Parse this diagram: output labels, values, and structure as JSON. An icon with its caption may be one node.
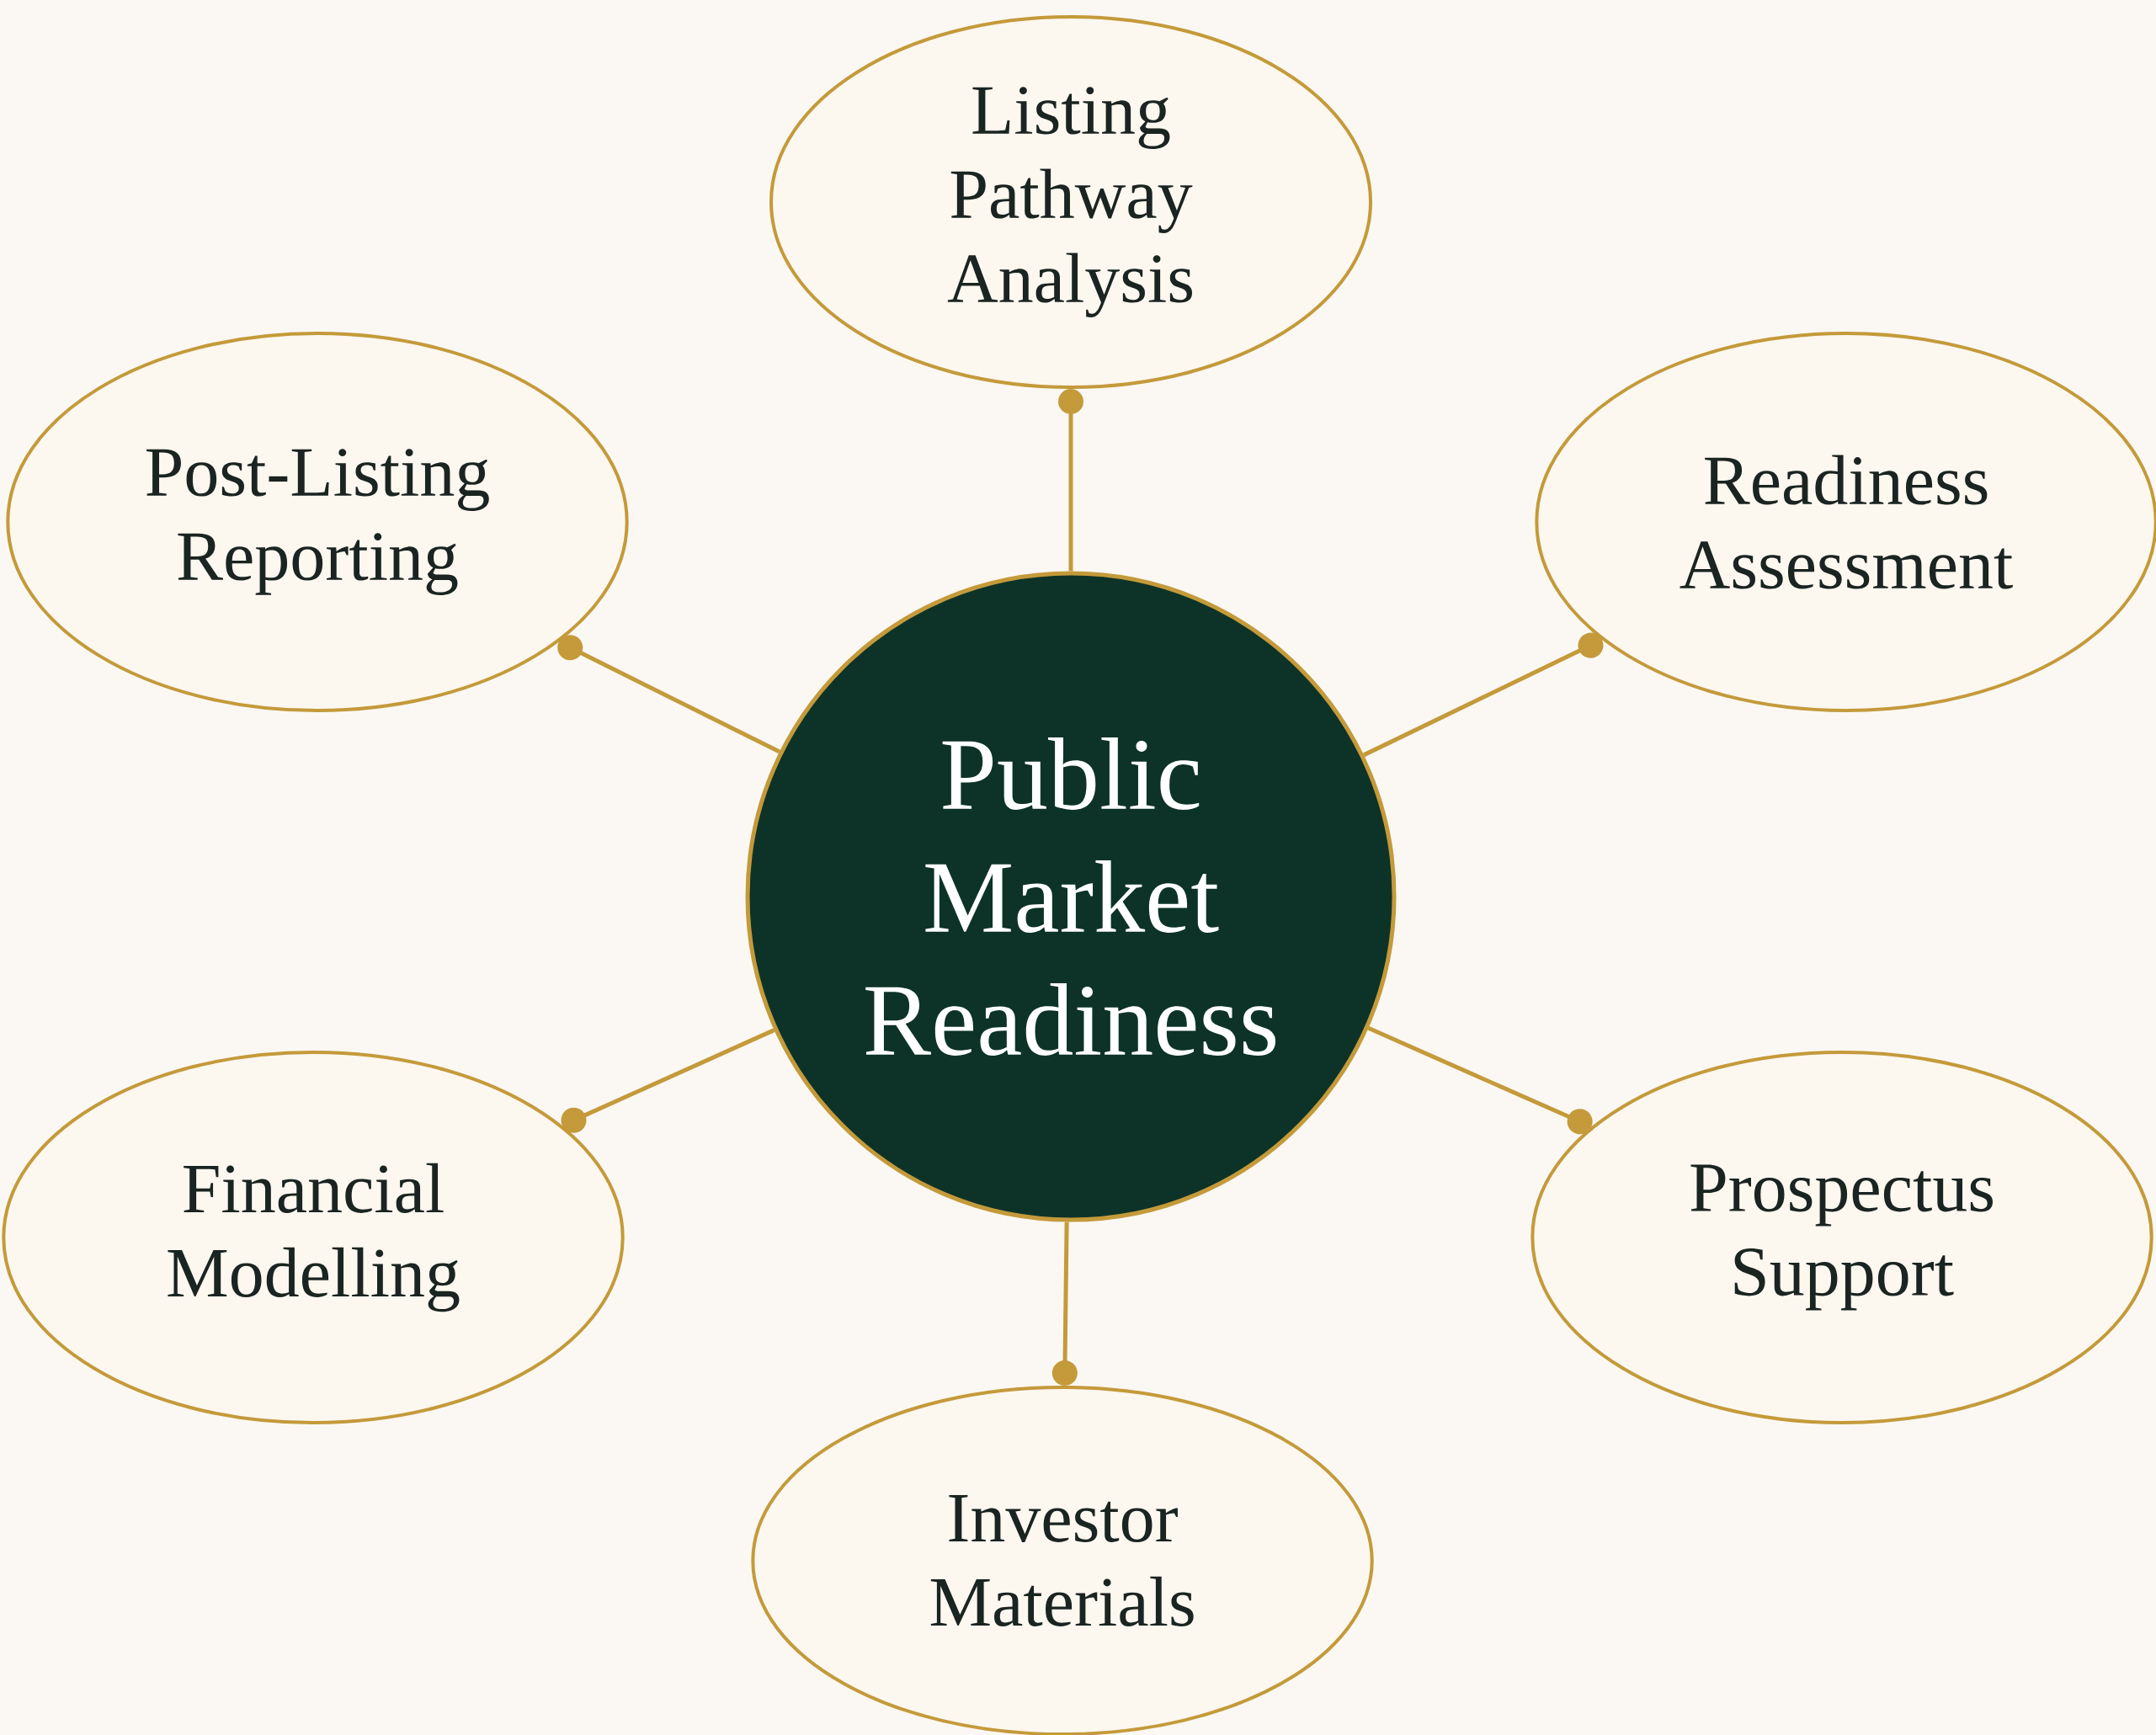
{
  "diagram": {
    "nodes": [
      {
        "text": [
          "Listing Pathway Analysis"
        ]
      },
      {
        "text": [
          "Post-Listing Reporting"
        ]
      },
      {
        "text": [
          "Readiness Assessment"
        ]
      },
      {
        "text": [
          "Public Market Readiness"
        ]
      },
      {
        "text": [
          "Financial Modelling"
        ]
      },
      {
        "text": [
          "Prospectus Support"
        ]
      },
      {
        "text": [
          "Investor Materials"
        ]
      }
    ],
    "edges": [
      {
        "from": 3,
        "to": 0,
        "arrow": "other"
      },
      {
        "from": 3,
        "to": 1,
        "arrow": "other"
      },
      {
        "from": 3,
        "to": 2,
        "arrow": "other"
      },
      {
        "from": 3,
        "to": 4,
        "arrow": "other"
      },
      {
        "from": 3,
        "to": 5,
        "arrow": "other"
      },
      {
        "from": 3,
        "to": 6,
        "arrow": "other"
      }
    ]
  }
}
